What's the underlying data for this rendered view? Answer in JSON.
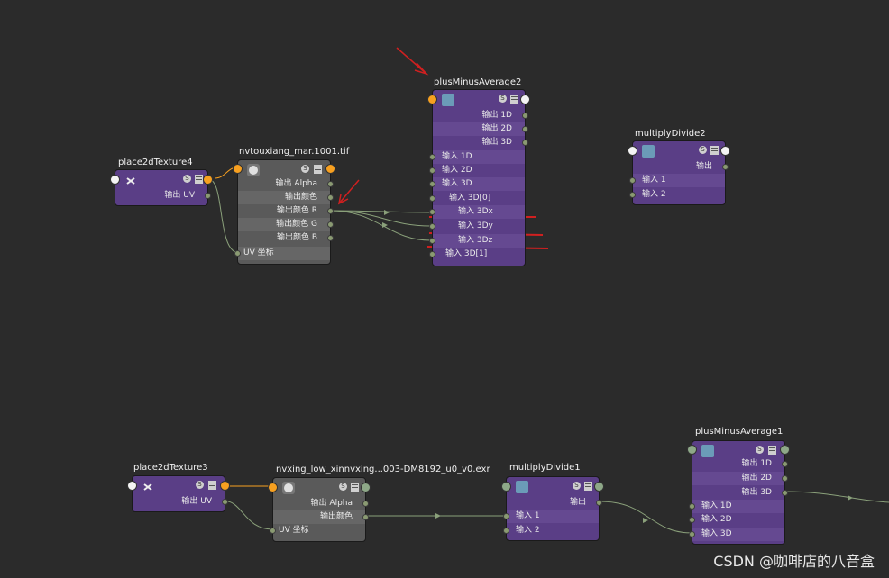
{
  "nodes": {
    "place2d4": {
      "title": "place2dTexture4",
      "rows": [
        "输出 UV"
      ]
    },
    "tex1": {
      "title": "nvtouxiang_mar.1001.tif",
      "rows": [
        "输出 Alpha",
        "输出颜色",
        "输出颜色 R",
        "输出颜色 G",
        "输出颜色 B",
        "UV 坐标"
      ]
    },
    "pma2": {
      "title": "plusMinusAverage2",
      "rows": [
        "输出 1D",
        "输出 2D",
        "输出 3D",
        "输入 1D",
        "输入 2D",
        "输入 3D",
        "输入 3D[0]",
        "输入 3Dx",
        "输入 3Dy",
        "输入 3Dz",
        "输入 3D[1]"
      ]
    },
    "md2": {
      "title": "multiplyDivide2",
      "rows": [
        "输出",
        "输入 1",
        "输入 2"
      ]
    },
    "place2d3": {
      "title": "place2dTexture3",
      "rows": [
        "输出 UV"
      ]
    },
    "tex2": {
      "title": "nvxing_low_xinnvxing...003-DM8192_u0_v0.exr",
      "rows": [
        "输出 Alpha",
        "输出颜色",
        "UV 坐标"
      ]
    },
    "md1": {
      "title": "multiplyDivide1",
      "rows": [
        "输出",
        "输入 1",
        "输入 2"
      ]
    },
    "pma1": {
      "title": "plusMinusAverage1",
      "rows": [
        "输出 1D",
        "输出 2D",
        "输出 3D",
        "输入 1D",
        "输入 2D",
        "输入 3D"
      ]
    }
  },
  "watermark": "CSDN @咖啡店的八音盒",
  "colors": {
    "background": "#2b2b2b",
    "node_purple": "#5a3e86",
    "node_gray": "#5a5a5a",
    "wire": "#8aa07a",
    "annotation_red": "#d02020",
    "port_orange": "#f7a020"
  },
  "icons": {
    "s_button": "S"
  }
}
